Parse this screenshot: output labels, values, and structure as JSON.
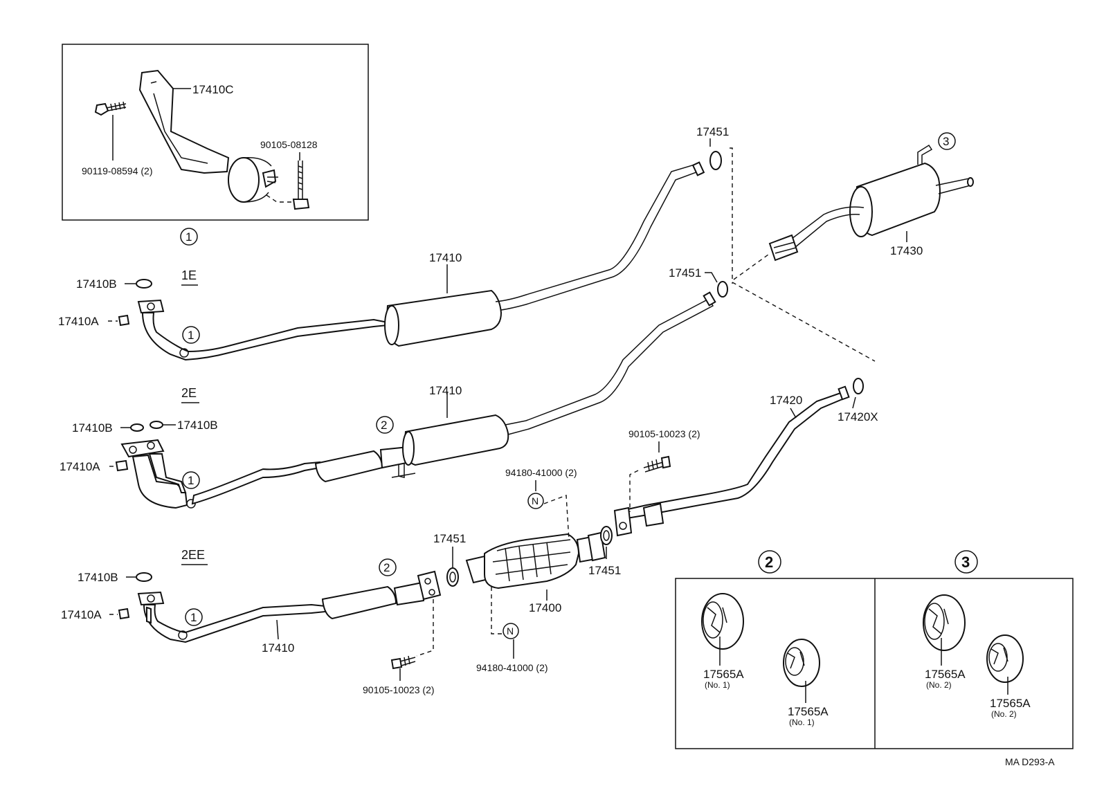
{
  "inset": {
    "bracket_label": "17410C",
    "bolt_label": "90119-08594 (2)",
    "clamp_bolt_label": "90105-08128",
    "ref_label": "1"
  },
  "engines": {
    "e1": "1E",
    "e2": "2E",
    "e3": "2EE"
  },
  "parts": {
    "p17410_top": "17410",
    "p17410_mid": "17410",
    "p17410_bot": "17410",
    "p17410B_1": "17410B",
    "p17410A_1": "17410A",
    "p17410B_2a": "17410B",
    "p17410B_2b": "17410B",
    "p17410A_2": "17410A",
    "p17410B_3": "17410B",
    "p17410A_3": "17410A",
    "p17451_top": "17451",
    "p17451_mid": "17451",
    "p17451_cat_l": "17451",
    "p17451_cat_r": "17451",
    "p17430": "17430",
    "p17420": "17420",
    "p17420X": "17420X",
    "p17400": "17400",
    "bolt_cat_top": "90105-10023 (2)",
    "bolt_cat_bot": "90105-10023 (2)",
    "nut_top": "94180-41000 (2)",
    "nut_bot": "94180-41000 (2)"
  },
  "callouts": {
    "c1": "1",
    "c2": "2",
    "c3": "3",
    "nut": "N"
  },
  "hangers": {
    "panel2_title": "2",
    "panel3_title": "3",
    "h2a_label": "17565A",
    "h2a_sub": "(No. 1)",
    "h2b_label": "17565A",
    "h2b_sub": "(No. 1)",
    "h3a_label": "17565A",
    "h3a_sub": "(No. 2)",
    "h3b_label": "17565A",
    "h3b_sub": "(No. 2)"
  },
  "footer": {
    "code": "MA  D293-A"
  }
}
